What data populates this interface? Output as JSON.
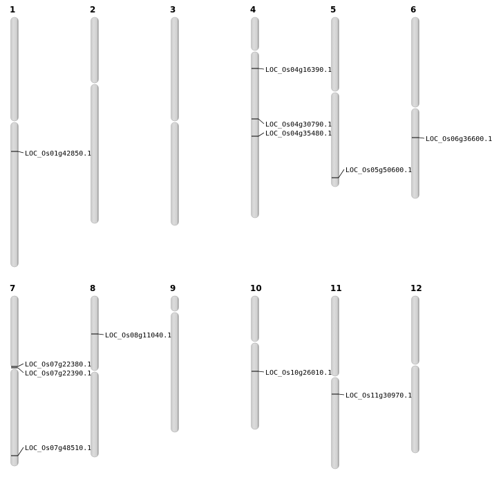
{
  "chromosomes": [
    {
      "name": "1",
      "genes": [
        "LOC_Os01g42850.1"
      ]
    },
    {
      "name": "2",
      "genes": []
    },
    {
      "name": "3",
      "genes": []
    },
    {
      "name": "4",
      "genes": [
        "LOC_Os04g16390.1",
        "LOC_Os04g30790.1",
        "LOC_Os04g35480.1"
      ]
    },
    {
      "name": "5",
      "genes": [
        "LOC_Os05g50600.1"
      ]
    },
    {
      "name": "6",
      "genes": [
        "LOC_Os06g36600.1"
      ]
    },
    {
      "name": "7",
      "genes": [
        "LOC_Os07g22380.1",
        "LOC_Os07g22390.1",
        "LOC_Os07g48510.1"
      ]
    },
    {
      "name": "8",
      "genes": [
        "LOC_Os08g11040.1"
      ]
    },
    {
      "name": "9",
      "genes": []
    },
    {
      "name": "10",
      "genes": [
        "LOC_Os10g26010.1"
      ]
    },
    {
      "name": "11",
      "genes": [
        "LOC_Os11g30970.1"
      ]
    },
    {
      "name": "12",
      "genes": []
    }
  ],
  "colors": {
    "chromosome": "#d4d4d4",
    "shadow": "#666666",
    "marker": "#000000"
  }
}
